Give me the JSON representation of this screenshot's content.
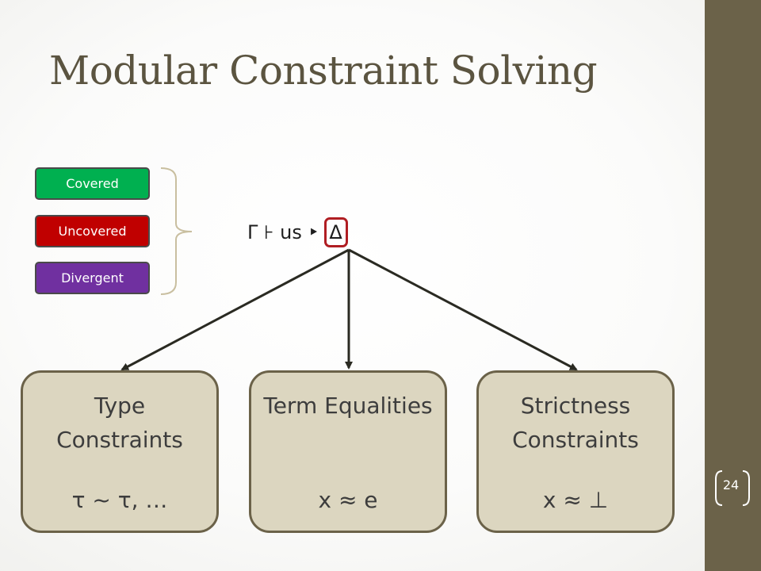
{
  "slide": {
    "title": "Modular Constraint Solving",
    "page_number": "24"
  },
  "legend": {
    "covered": "Covered",
    "uncovered": "Uncovered",
    "divergent": "Divergent"
  },
  "judgment": {
    "prefix": "Γ ⊦ us ‣",
    "delta": "Δ"
  },
  "boxes": {
    "type": {
      "title": "Type Constraints",
      "formula": "τ ~ τ, …"
    },
    "term": {
      "title": "Term Equalities",
      "formula": "x ≈ e"
    },
    "strictness": {
      "title": "Strictness Constraints",
      "formula": "x ≈ ⊥"
    }
  },
  "colors": {
    "sidebar": "#6b6249",
    "covered": "#00b050",
    "uncovered": "#c00000",
    "divergent": "#7030a0",
    "box_fill": "#dcd6c0",
    "highlight": "#b01e23"
  }
}
